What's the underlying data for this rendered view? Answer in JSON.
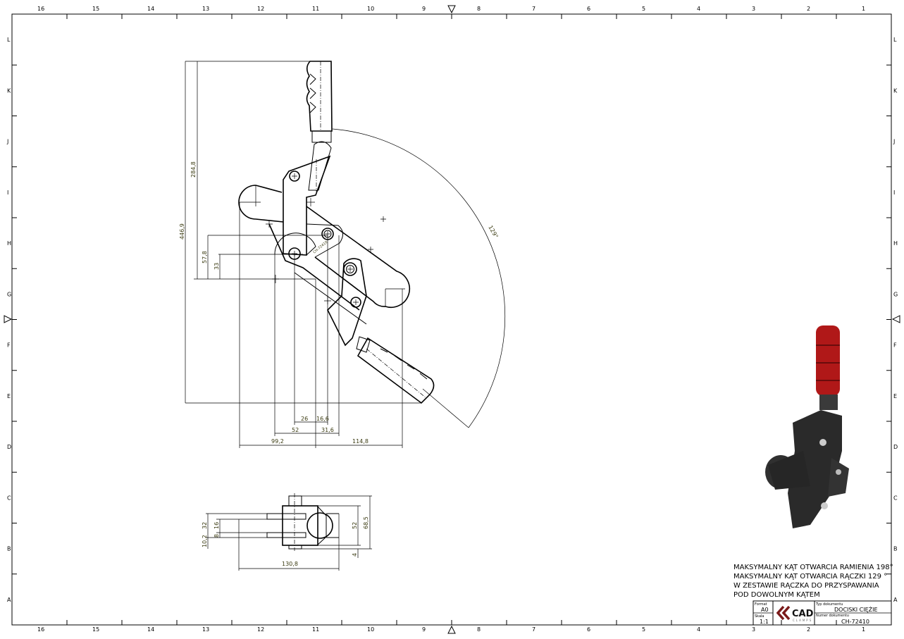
{
  "sheet": {
    "columns": [
      "16",
      "15",
      "14",
      "13",
      "12",
      "11",
      "10",
      "9",
      "8",
      "7",
      "6",
      "5",
      "4",
      "3",
      "2",
      "1"
    ],
    "rows": [
      "L",
      "K",
      "J",
      "I",
      "H",
      "G",
      "F",
      "E",
      "D",
      "C",
      "B",
      "A"
    ]
  },
  "front_view": {
    "dimensions": {
      "total_height": "446,9",
      "arm_height": "284,8",
      "pivot_upper": "57,8",
      "pivot_lower": "33",
      "d26": "26",
      "d16_6": "16,6",
      "d52": "52",
      "d31_6": "31,6",
      "d99_2": "99,2",
      "d114_8": "114,8",
      "handle_angle": "129°"
    },
    "part_marking": "CH-72410"
  },
  "bottom_view": {
    "dimensions": {
      "d32": "32",
      "d10_2": "10,2",
      "d16": "16",
      "d8": "8",
      "d52": "52",
      "d68_5": "68,5",
      "d4": "4",
      "d130_8": "130,8"
    }
  },
  "notes": [
    "MAKSYMALNY KĄT OTWARCIA RAMIENIA 198°",
    "MAKSYMALNY KĄT OTWARCIA RĄCZKI 129 °",
    "W ZESTAWIE RĄCZKA DO PRZYSPAWANIA",
    "POD DOWOLNYM KĄTEM"
  ],
  "title_block": {
    "format_label": "Format",
    "format_value": "A0",
    "scale_label": "Skala",
    "scale_value": "1:1",
    "logo_text": "CAD",
    "logo_sub": "CLAMPS",
    "doc_type_label": "Typ dokumentu",
    "doc_type_value": "DOCISKI CIĘŻIE",
    "doc_number_label": "Numer dokumentu",
    "doc_number_value": "CH-72410"
  },
  "colors": {
    "handle": "#b01818",
    "body": "#2a2a2a",
    "dimension_text": "#3a3a10",
    "logo": "#7a1a1a"
  }
}
